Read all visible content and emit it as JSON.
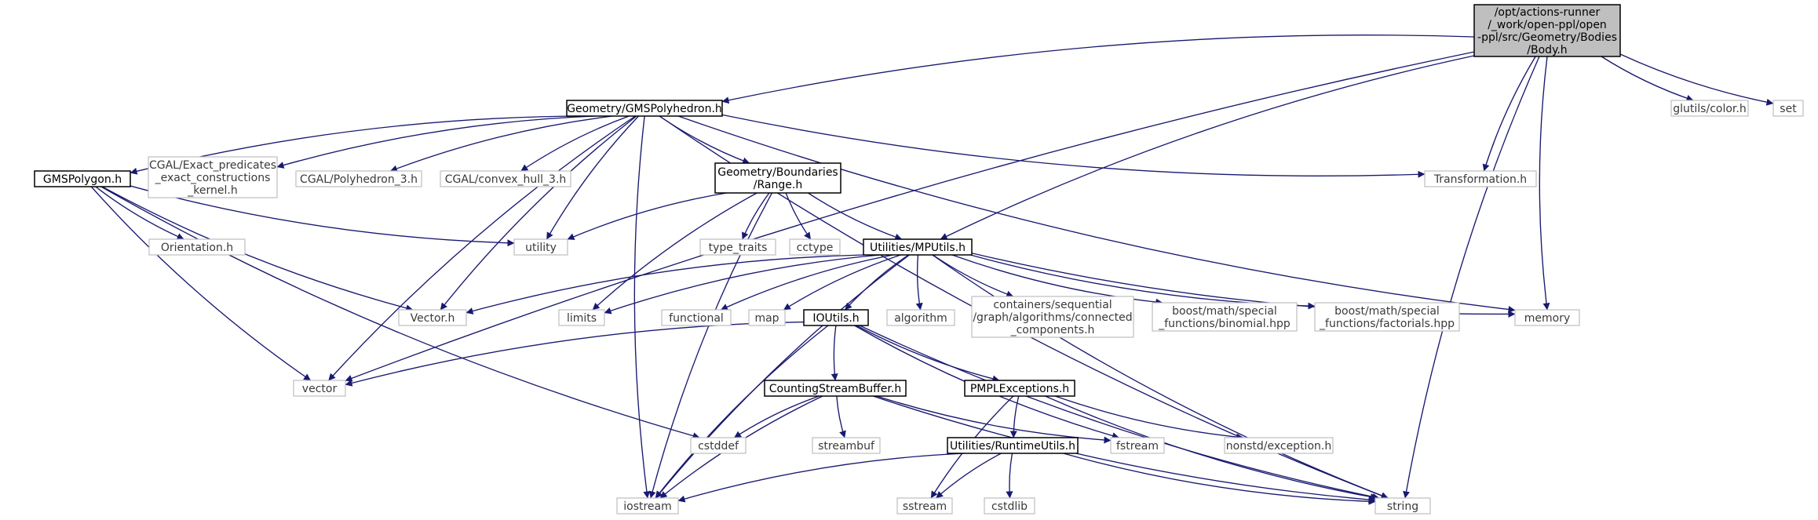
{
  "graph": {
    "edge_color": "#191970",
    "root_fill": "#bfbfbf",
    "local_border": "#000000",
    "external_border": "#bfbfbf",
    "nodes": [
      {
        "id": "body",
        "label": "/opt/actions-runner\n/_work/open-ppl/open\n-ppl/src/Geometry/Bodies\n/Body.h",
        "kind": "root"
      },
      {
        "id": "gmspoly",
        "label": "Geometry/GMSPolyhedron.h",
        "kind": "local"
      },
      {
        "id": "glutils",
        "label": "glutils/color.h",
        "kind": "external"
      },
      {
        "id": "set",
        "label": "set",
        "kind": "external"
      },
      {
        "id": "gmspolygon",
        "label": "GMSPolygon.h",
        "kind": "local"
      },
      {
        "id": "cgal_exact",
        "label": "CGAL/Exact_predicates\n_exact_constructions\n_kernel.h",
        "kind": "external"
      },
      {
        "id": "cgal_poly3",
        "label": "CGAL/Polyhedron_3.h",
        "kind": "external"
      },
      {
        "id": "cgal_hull",
        "label": "CGAL/convex_hull_3.h",
        "kind": "external"
      },
      {
        "id": "range",
        "label": "Geometry/Boundaries\n/Range.h",
        "kind": "local"
      },
      {
        "id": "transformation",
        "label": "Transformation.h",
        "kind": "external"
      },
      {
        "id": "orientation",
        "label": "Orientation.h",
        "kind": "external"
      },
      {
        "id": "utility",
        "label": "utility",
        "kind": "external"
      },
      {
        "id": "type_traits",
        "label": "type_traits",
        "kind": "external"
      },
      {
        "id": "cctype",
        "label": "cctype",
        "kind": "external"
      },
      {
        "id": "mputils",
        "label": "Utilities/MPUtils.h",
        "kind": "local"
      },
      {
        "id": "vectorh",
        "label": "Vector.h",
        "kind": "external"
      },
      {
        "id": "limits",
        "label": "limits",
        "kind": "external"
      },
      {
        "id": "functional",
        "label": "functional",
        "kind": "external"
      },
      {
        "id": "map",
        "label": "map",
        "kind": "external"
      },
      {
        "id": "ioutils",
        "label": "IOUtils.h",
        "kind": "local"
      },
      {
        "id": "algorithm",
        "label": "algorithm",
        "kind": "external"
      },
      {
        "id": "containers",
        "label": "containers/sequential\n/graph/algorithms/connected\n_components.h",
        "kind": "external"
      },
      {
        "id": "boost_binomial",
        "label": "boost/math/special\n_functions/binomial.hpp",
        "kind": "external"
      },
      {
        "id": "boost_factorials",
        "label": "boost/math/special\n_functions/factorials.hpp",
        "kind": "external"
      },
      {
        "id": "memory",
        "label": "memory",
        "kind": "external"
      },
      {
        "id": "vector",
        "label": "vector",
        "kind": "external"
      },
      {
        "id": "countingstream",
        "label": "CountingStreamBuffer.h",
        "kind": "local"
      },
      {
        "id": "pmplexc",
        "label": "PMPLExceptions.h",
        "kind": "local"
      },
      {
        "id": "cstddef",
        "label": "cstddef",
        "kind": "external"
      },
      {
        "id": "streambuf",
        "label": "streambuf",
        "kind": "external"
      },
      {
        "id": "fstream",
        "label": "fstream",
        "kind": "external"
      },
      {
        "id": "nonstd",
        "label": "nonstd/exception.h",
        "kind": "external"
      },
      {
        "id": "runtimeutils",
        "label": "Utilities/RuntimeUtils.h",
        "kind": "local"
      },
      {
        "id": "iostream",
        "label": "iostream",
        "kind": "external"
      },
      {
        "id": "sstream",
        "label": "sstream",
        "kind": "external"
      },
      {
        "id": "cstdlib",
        "label": "cstdlib",
        "kind": "external"
      },
      {
        "id": "string",
        "label": "string",
        "kind": "external"
      }
    ],
    "edges": [
      {
        "from": "body",
        "to": "gmspoly"
      },
      {
        "from": "body",
        "to": "vector"
      },
      {
        "from": "body",
        "to": "transformation"
      },
      {
        "from": "body",
        "to": "mputils"
      },
      {
        "from": "body",
        "to": "memory"
      },
      {
        "from": "body",
        "to": "string"
      },
      {
        "from": "body",
        "to": "glutils"
      },
      {
        "from": "body",
        "to": "set"
      },
      {
        "from": "gmspoly",
        "to": "gmspolygon"
      },
      {
        "from": "gmspoly",
        "to": "cgal_exact"
      },
      {
        "from": "gmspoly",
        "to": "cgal_poly3"
      },
      {
        "from": "gmspoly",
        "to": "cgal_hull"
      },
      {
        "from": "gmspoly",
        "to": "range"
      },
      {
        "from": "gmspoly",
        "to": "transformation"
      },
      {
        "from": "gmspoly",
        "to": "utility"
      },
      {
        "from": "gmspoly",
        "to": "vectorh"
      },
      {
        "from": "gmspoly",
        "to": "vector"
      },
      {
        "from": "gmspoly",
        "to": "iostream"
      },
      {
        "from": "gmspoly",
        "to": "memory"
      },
      {
        "from": "gmspoly",
        "to": "string"
      },
      {
        "from": "gmspolygon",
        "to": "orientation"
      },
      {
        "from": "gmspolygon",
        "to": "utility"
      },
      {
        "from": "gmspolygon",
        "to": "vectorh"
      },
      {
        "from": "gmspolygon",
        "to": "vector"
      },
      {
        "from": "gmspolygon",
        "to": "cstddef"
      },
      {
        "from": "range",
        "to": "utility"
      },
      {
        "from": "range",
        "to": "type_traits"
      },
      {
        "from": "range",
        "to": "cctype"
      },
      {
        "from": "range",
        "to": "mputils"
      },
      {
        "from": "range",
        "to": "limits"
      },
      {
        "from": "range",
        "to": "iostream"
      },
      {
        "from": "mputils",
        "to": "vectorh"
      },
      {
        "from": "mputils",
        "to": "limits"
      },
      {
        "from": "mputils",
        "to": "functional"
      },
      {
        "from": "mputils",
        "to": "map"
      },
      {
        "from": "mputils",
        "to": "ioutils"
      },
      {
        "from": "mputils",
        "to": "algorithm"
      },
      {
        "from": "mputils",
        "to": "containers"
      },
      {
        "from": "mputils",
        "to": "boost_binomial"
      },
      {
        "from": "mputils",
        "to": "boost_factorials"
      },
      {
        "from": "mputils",
        "to": "memory"
      },
      {
        "from": "mputils",
        "to": "iostream"
      },
      {
        "from": "mputils",
        "to": "string"
      },
      {
        "from": "ioutils",
        "to": "vector"
      },
      {
        "from": "ioutils",
        "to": "countingstream"
      },
      {
        "from": "ioutils",
        "to": "pmplexc"
      },
      {
        "from": "ioutils",
        "to": "fstream"
      },
      {
        "from": "ioutils",
        "to": "iostream"
      },
      {
        "from": "ioutils",
        "to": "string"
      },
      {
        "from": "countingstream",
        "to": "cstddef"
      },
      {
        "from": "countingstream",
        "to": "streambuf"
      },
      {
        "from": "countingstream",
        "to": "fstream"
      },
      {
        "from": "countingstream",
        "to": "iostream"
      },
      {
        "from": "countingstream",
        "to": "string"
      },
      {
        "from": "pmplexc",
        "to": "runtimeutils"
      },
      {
        "from": "pmplexc",
        "to": "sstream"
      },
      {
        "from": "pmplexc",
        "to": "nonstd"
      },
      {
        "from": "pmplexc",
        "to": "string"
      },
      {
        "from": "runtimeutils",
        "to": "iostream"
      },
      {
        "from": "runtimeutils",
        "to": "sstream"
      },
      {
        "from": "runtimeutils",
        "to": "cstdlib"
      },
      {
        "from": "runtimeutils",
        "to": "string"
      }
    ]
  }
}
